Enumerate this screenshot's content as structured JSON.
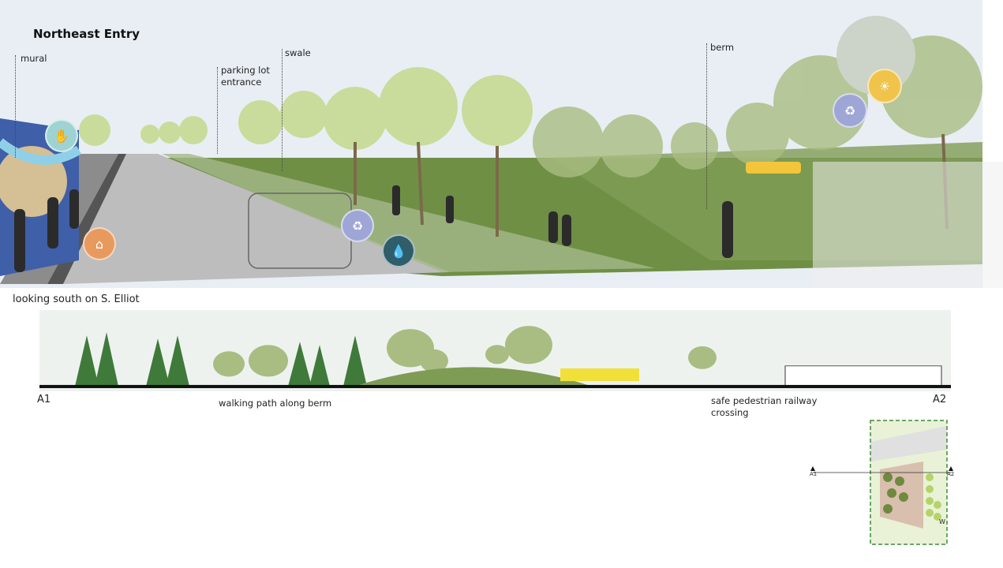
{
  "perspective": {
    "title": "Northeast Entry",
    "labels": {
      "mural": "mural",
      "parking_lot": "parking lot entrance",
      "swale": "swale",
      "berm": "berm"
    },
    "icons": [
      {
        "name": "community-hands-icon",
        "color": "#9fd3d3"
      },
      {
        "name": "housing-icon",
        "color": "#e89a5e"
      },
      {
        "name": "recycle-icon",
        "color": "#9ea6d6"
      },
      {
        "name": "water-drops-icon",
        "color": "#2f5e6a"
      },
      {
        "name": "recycle-icon",
        "color": "#9ea6d6"
      },
      {
        "name": "solar-panel-icon",
        "color": "#f0c44a"
      }
    ]
  },
  "section": {
    "caption": "looking south on S. Elliot",
    "marker_left": "A1",
    "marker_right": "A2",
    "walking_path": "walking path along berm",
    "railway_crossing": "safe pedestrian railway crossing"
  },
  "key_map": {
    "marker_left": "A1",
    "marker_right": "A2",
    "w_label": "W"
  },
  "colors": {
    "sky": "#e9eef4",
    "grass": "#6f8f45",
    "tree_light": "#c9dc9b",
    "tree_dark": "#8aa45e",
    "road": "#bdbdbd",
    "train": "#f2e03a"
  }
}
